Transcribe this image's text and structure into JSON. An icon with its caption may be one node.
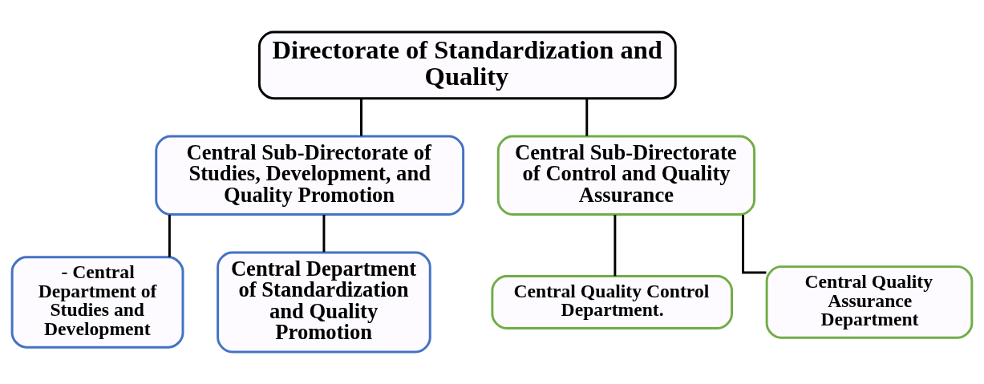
{
  "diagram": {
    "nodes": [
      {
        "text": [
          "Directorate of Standardization and Quality"
        ]
      },
      {
        "text": [
          "Central Sub-Directorate of Studies, Development, and Quality Promotion"
        ]
      },
      {
        "text": [
          "Central Sub-Directorate of Control and Quality Assurance"
        ]
      },
      {
        "text": [
          "- Central Department of Studies and Development"
        ]
      },
      {
        "text": [
          "Central Department of Standardization and Quality Promotion"
        ]
      },
      {
        "text": [
          "Central Quality Control Department."
        ]
      },
      {
        "text": [
          "Central Quality Assurance Department"
        ]
      }
    ],
    "edges": [
      {
        "from": 0,
        "to": 1,
        "arrow": "none"
      },
      {
        "from": 0,
        "to": 2,
        "arrow": "none"
      },
      {
        "from": 1,
        "to": 3,
        "arrow": "none"
      },
      {
        "from": 1,
        "to": 4,
        "arrow": "none"
      },
      {
        "from": 2,
        "to": 5,
        "arrow": "none"
      },
      {
        "from": 2,
        "to": 6,
        "arrow": "none"
      }
    ]
  }
}
